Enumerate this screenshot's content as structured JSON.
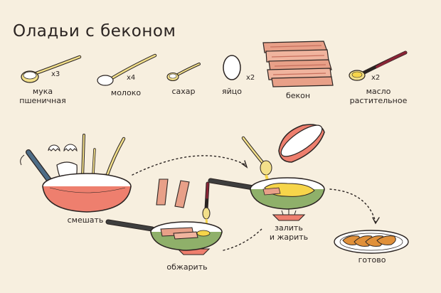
{
  "title": "Оладьи с беконом",
  "ingredients": [
    {
      "name": "мука\nпшеничная",
      "qty": "x3",
      "icon": "flour-spoon-icon"
    },
    {
      "name": "молоко",
      "qty": "x4",
      "icon": "milk-spoon-icon"
    },
    {
      "name": "сахар",
      "qty": "",
      "icon": "sugar-spoon-icon"
    },
    {
      "name": "яйцо",
      "qty": "x2",
      "icon": "egg-icon"
    },
    {
      "name": "бекон",
      "qty": "",
      "icon": "bacon-stack-icon"
    },
    {
      "name": "масло\nрастительное",
      "qty": "x2",
      "icon": "oil-spoon-icon"
    }
  ],
  "steps": [
    {
      "label": "смешать",
      "icon": "mixing-bowl-icon"
    },
    {
      "label": "обжарить",
      "icon": "frying-pan-bacon-icon"
    },
    {
      "label": "залить\nи жарить",
      "icon": "frying-pan-batter-icon"
    },
    {
      "label": "готово",
      "icon": "plate-done-icon"
    }
  ],
  "colors": {
    "background": "#f7efdf",
    "ink": "#2b2422",
    "spoon": "#f3e08a",
    "bacon": "#e8a088",
    "bowl": "#ee7f6e",
    "pan": "#8fb06a",
    "batter": "#f6d54a",
    "fried": "#e0903a"
  }
}
